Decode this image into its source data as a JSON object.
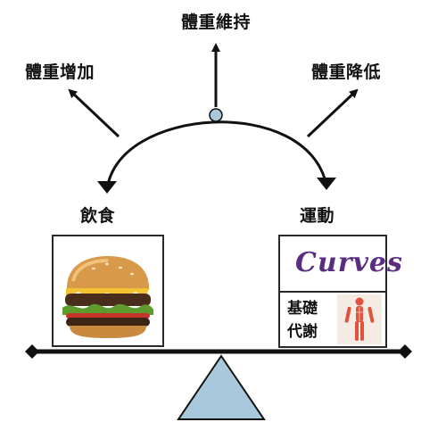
{
  "labels": {
    "maintain": "體重維持",
    "gain": "體重增加",
    "loss": "體重降低",
    "diet": "飲食",
    "exercise": "運動"
  },
  "exercise_box": {
    "brand": "Curves",
    "metabolism_line1": "基礎",
    "metabolism_line2": "代謝"
  },
  "colors": {
    "line": "#111111",
    "pivot": "#a9c8dc",
    "brand": "#5b2d82"
  },
  "icons": {
    "diet_image": "hamburger",
    "exercise_image": "human-anatomy-figure"
  }
}
